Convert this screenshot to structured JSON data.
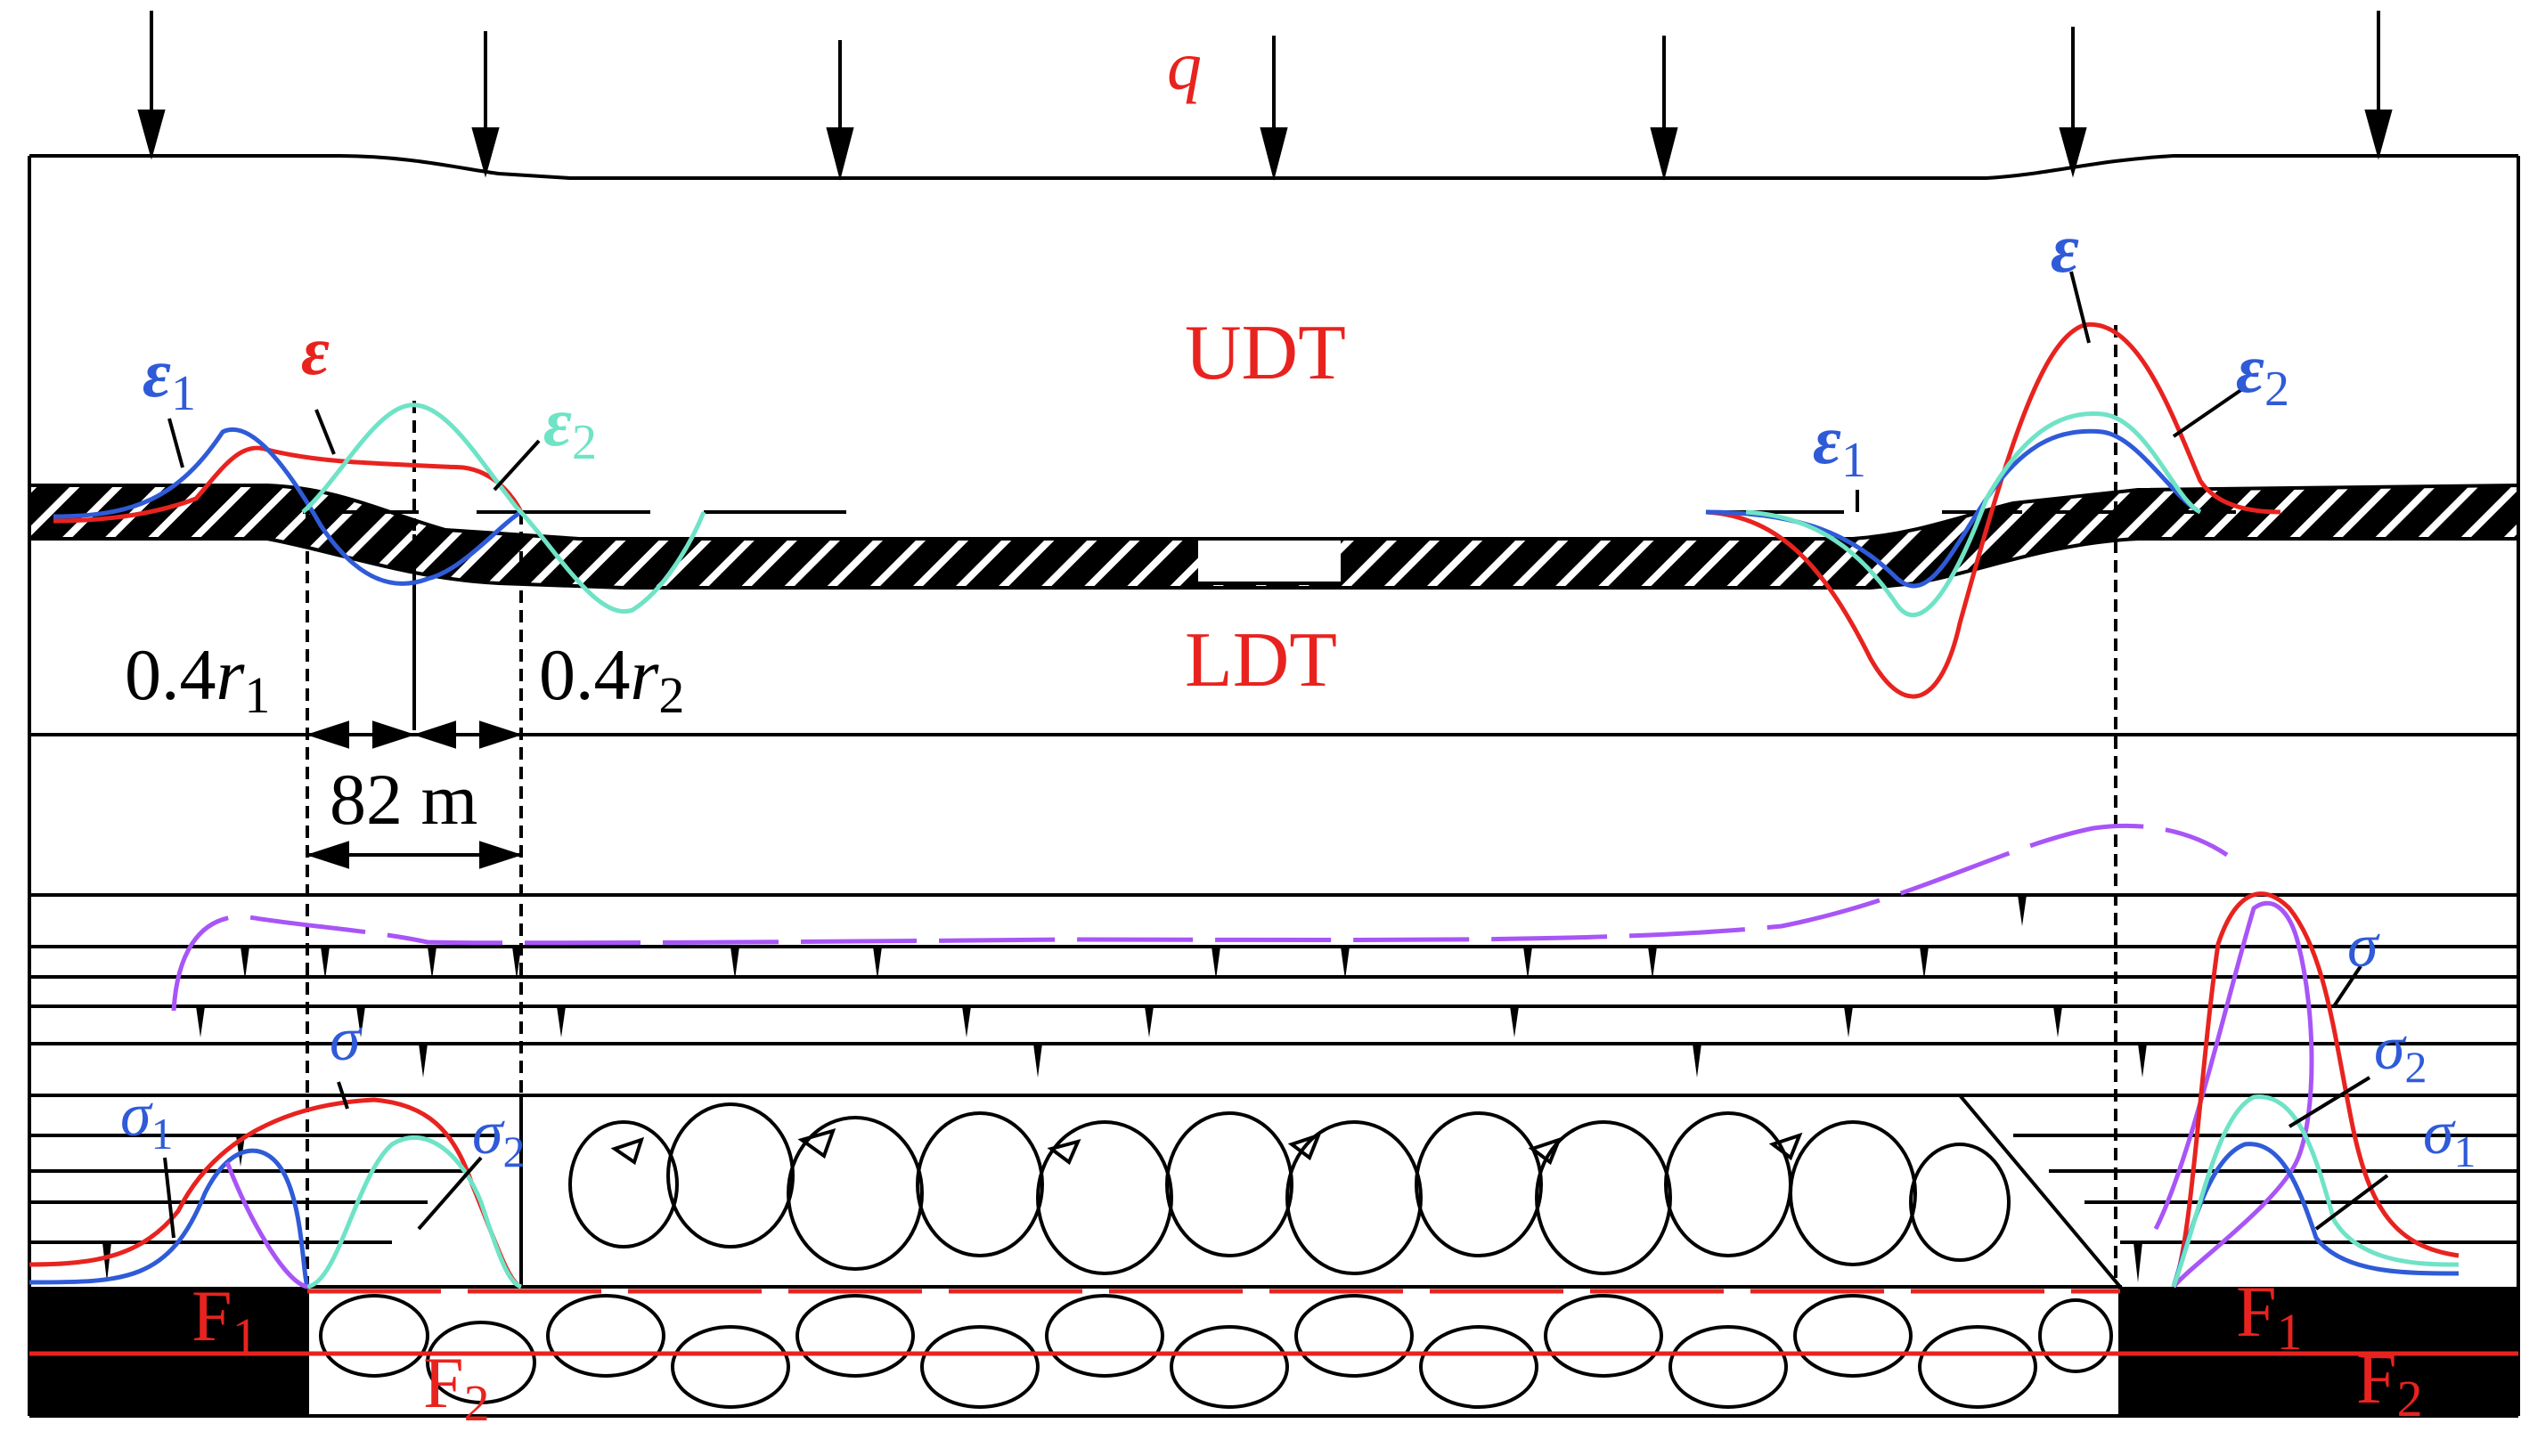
{
  "labels": {
    "load": "q",
    "upper_layer": "UDT",
    "lower_layer": "LDT",
    "strain_total": "ε",
    "strain_1_base": "ε",
    "strain_1_sub": "1",
    "strain_2_base": "ε",
    "strain_2_sub": "2",
    "stress_total": "σ",
    "stress_1_base": "σ",
    "stress_1_sub": "1",
    "stress_2_base": "σ",
    "stress_2_sub": "2",
    "left_range_coef": "0.4",
    "left_range_var": "r",
    "left_range_sub": "1",
    "right_range_coef": "0.4",
    "right_range_var": "r",
    "right_range_sub": "2",
    "distance": "82 m",
    "fault1_base": "F",
    "fault1_sub": "1",
    "fault2_base": "F",
    "fault2_sub": "2"
  },
  "colors": {
    "total_curve": "#e8231f",
    "curve_1": "#2f5bd8",
    "curve_2": "#6fe3c6",
    "abutment_curve": "#a855f7",
    "fault_lines": "#e8231f",
    "structure": "#000000"
  }
}
